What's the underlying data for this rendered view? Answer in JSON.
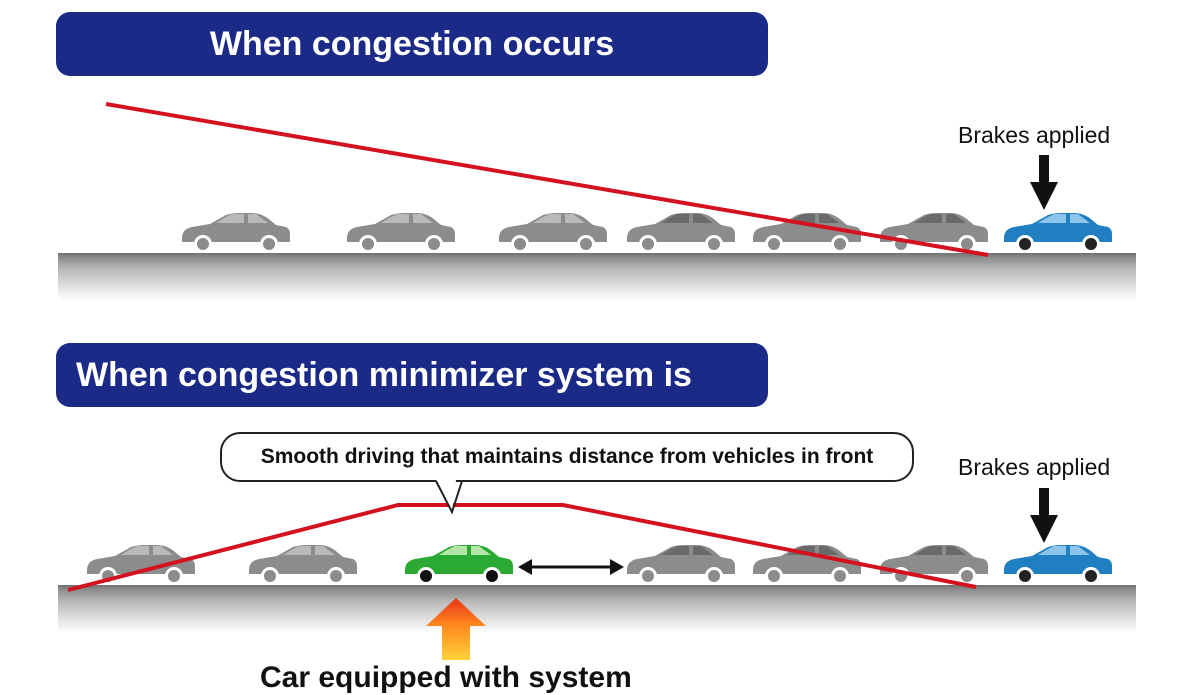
{
  "title_top": "When congestion occurs",
  "title_bottom": "When congestion minimizer system is used",
  "brake_label_top": "Brakes applied",
  "brake_label_bottom": "Brakes applied",
  "callout": "Smooth driving that maintains distance from vehicles in front",
  "bottom_caption": "Car equipped with system",
  "colors": {
    "banner": "#1b2a86",
    "speed_line": "#d4121f",
    "gray_car": "#8c8c8c",
    "blue_car": "#1f7fc0",
    "green_car": "#2aaa32",
    "arrow": "#111111"
  }
}
